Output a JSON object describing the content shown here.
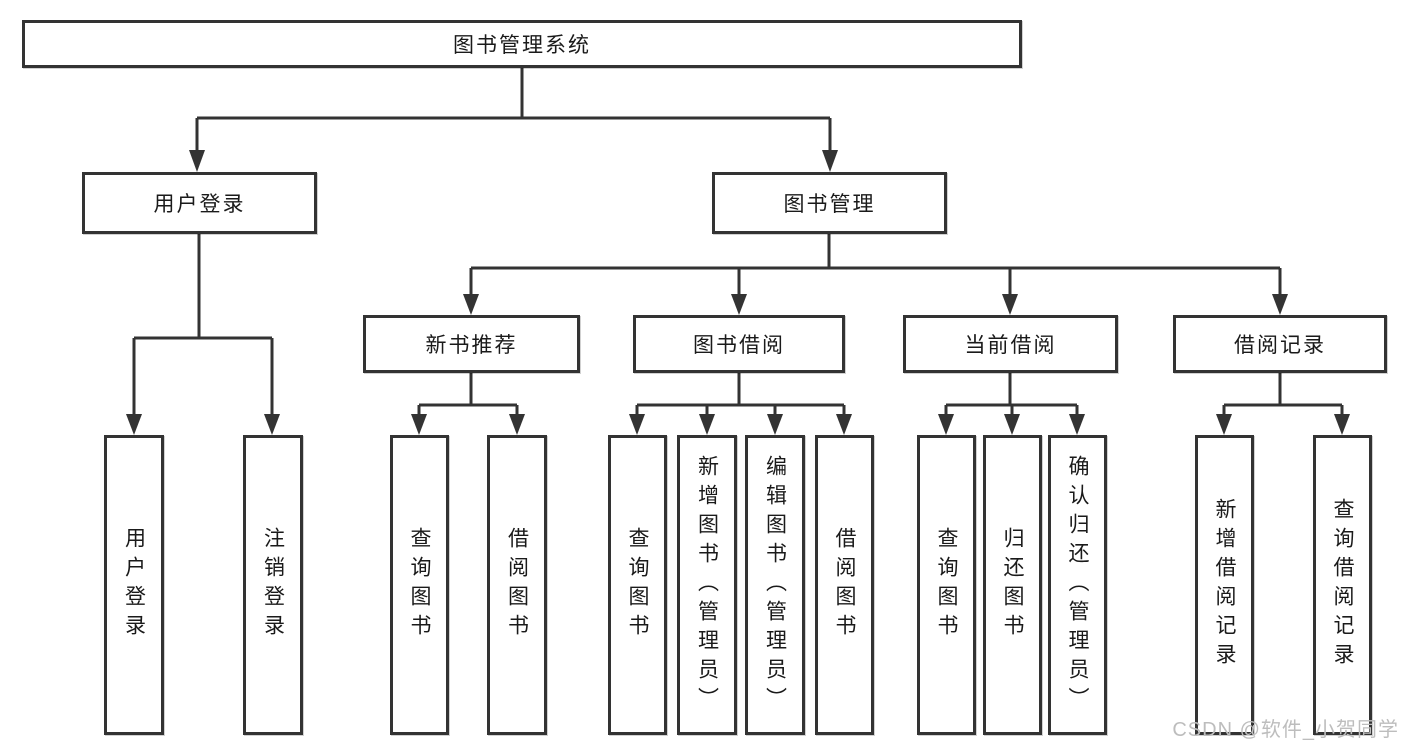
{
  "diagram": {
    "title": "图书管理系统"
  },
  "tree": {
    "label": "图书管理系统",
    "children": [
      {
        "label": "用户登录",
        "children": [
          {
            "label": "用户登录"
          },
          {
            "label": "注销登录"
          }
        ]
      },
      {
        "label": "图书管理",
        "children": [
          {
            "label": "新书推荐",
            "children": [
              {
                "label": "查询图书"
              },
              {
                "label": "借阅图书"
              }
            ]
          },
          {
            "label": "图书借阅",
            "children": [
              {
                "label": "查询图书"
              },
              {
                "label": "新增图书（管理员）"
              },
              {
                "label": "编辑图书（管理员）"
              },
              {
                "label": "借阅图书"
              }
            ]
          },
          {
            "label": "当前借阅",
            "children": [
              {
                "label": "查询图书"
              },
              {
                "label": "归还图书"
              },
              {
                "label": "确认归还（管理员）"
              }
            ]
          },
          {
            "label": "借阅记录",
            "children": [
              {
                "label": "新增借阅记录"
              },
              {
                "label": "查询借阅记录"
              }
            ]
          }
        ]
      }
    ]
  },
  "watermark": "CSDN @软件_小贺同学",
  "colors": {
    "line": "#333333",
    "box_border": "#333333",
    "box_fill": "#ffffff",
    "text": "#1a1a1a",
    "watermark": "#bdbdbd",
    "background": "#ffffff"
  }
}
